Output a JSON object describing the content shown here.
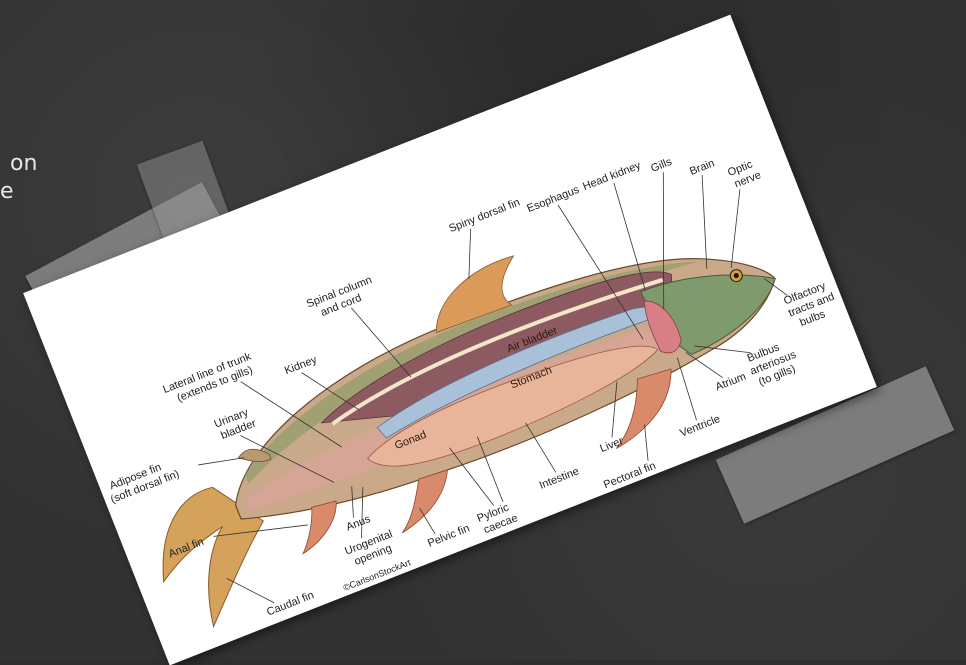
{
  "slide_text": {
    "line1": "on",
    "line2": "e"
  },
  "credit": "©CarlsonStockArt",
  "labels": {
    "spiny_dorsal_fin": "Spiny dorsal fin",
    "spinal_column_line1": "Spinal column",
    "spinal_column_line2": "and cord",
    "lateral_line_line1": "Lateral line of trunk",
    "lateral_line_line2": "(extends to gills)",
    "kidney": "Kidney",
    "urinary_bladder_line1": "Urinary",
    "urinary_bladder_line2": "bladder",
    "adipose_fin_line1": "Adipose fin",
    "adipose_fin_line2": "(soft dorsal fin)",
    "esophagus": "Esophagus",
    "head_kidney": "Head kidney",
    "gills": "Gills",
    "brain": "Brain",
    "optic_nerve_line1": "Optic",
    "optic_nerve_line2": "nerve",
    "air_bladder": "Air bladder",
    "stomach": "Stomach",
    "gonad": "Gonad",
    "anal_fin": "Anal fin",
    "anus": "Anus",
    "urogenital_line1": "Urogenital",
    "urogenital_line2": "opening",
    "pelvic_fin": "Pelvic fin",
    "pyloric_line1": "Pyloric",
    "pyloric_line2": "caecae",
    "intestine": "Intestine",
    "liver": "Liver",
    "pectoral_fin": "Pectoral fin",
    "ventricle": "Ventricle",
    "atrium": "Atrium",
    "bulbus_line1": "Bulbus",
    "bulbus_line2": "arteriosus",
    "bulbus_line3": "(to gills)",
    "olfactory_line1": "Olfactory",
    "olfactory_line2": "tracts and",
    "olfactory_line3": "bulbs",
    "caudal_fin": "Caudal fin"
  },
  "colors": {
    "background": "#323232",
    "body_skin": "#c9a98a",
    "muscle": "#8e5a62",
    "air_bladder": "#a8c0d8",
    "organs": "#e8b49a",
    "gills": "#d77e86",
    "head": "#7f9a6c"
  }
}
